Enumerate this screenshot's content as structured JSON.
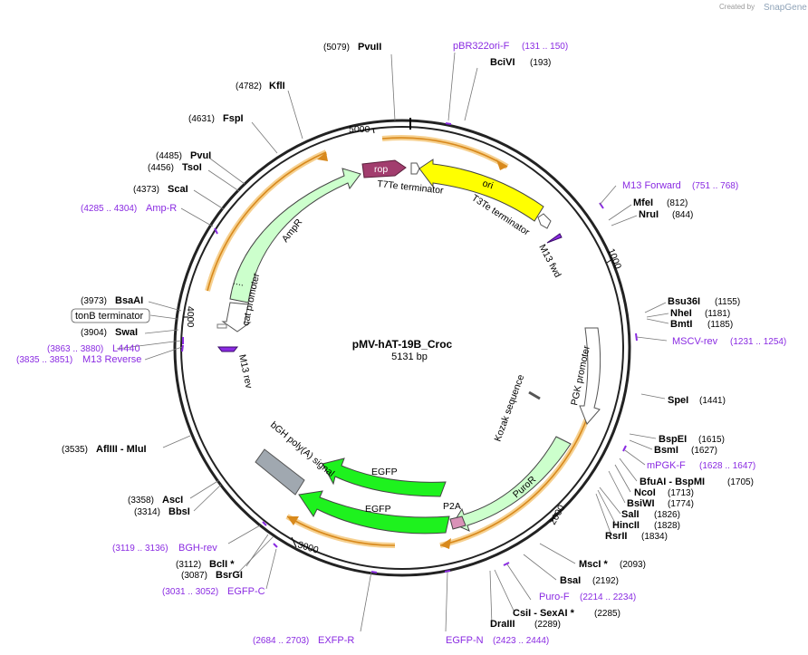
{
  "branding": {
    "created_by": "Created by",
    "app": "SnapGene"
  },
  "plasmid": {
    "name": "pMV-hAT-19B_Croc",
    "length_label": "5131 bp",
    "length": 5131
  },
  "ticks": [
    {
      "label": "1000",
      "bp": 1000
    },
    {
      "label": "2000",
      "bp": 2000
    },
    {
      "label": "3000",
      "bp": 3000
    },
    {
      "label": "4000",
      "bp": 4000
    },
    {
      "label": "5000",
      "bp": 5000
    }
  ],
  "enzymes": [
    {
      "pos": "(5079)",
      "name": "PvuII",
      "bp": 5079
    },
    {
      "name": "BciVI",
      "pos": "(193)",
      "bp": 193
    },
    {
      "pos": "(4782)",
      "name": "KflI",
      "bp": 4782
    },
    {
      "pos": "(4631)",
      "name": "FspI",
      "bp": 4631
    },
    {
      "pos": "(4485)",
      "name": "PvuI",
      "bp": 4485
    },
    {
      "pos": "(4456)",
      "name": "TsoI",
      "bp": 4456
    },
    {
      "pos": "(4373)",
      "name": "ScaI",
      "bp": 4373
    },
    {
      "name": "MfeI",
      "pos": "(812)",
      "bp": 812
    },
    {
      "name": "NruI",
      "pos": "(844)",
      "bp": 844
    },
    {
      "name": "Bsu36I",
      "pos": "(1155)",
      "bp": 1155
    },
    {
      "name": "NheI",
      "pos": "(1181)",
      "bp": 1181
    },
    {
      "name": "BmtI",
      "pos": "(1185)",
      "bp": 1185
    },
    {
      "pos": "(3973)",
      "name": "BsaAI",
      "bp": 3973
    },
    {
      "pos": "(3904)",
      "name": "SwaI",
      "bp": 3904
    },
    {
      "name": "SpeI",
      "pos": "(1441)",
      "bp": 1441
    },
    {
      "name": "BspEI",
      "pos": "(1615)",
      "bp": 1615
    },
    {
      "name": "BsmI",
      "pos": "(1627)",
      "bp": 1627
    },
    {
      "pos": "(3535)",
      "name": "AflIII  - MluI",
      "bp": 3535
    },
    {
      "name": "BfuAI  - BspMI",
      "pos": "(1705)",
      "bp": 1705
    },
    {
      "name": "NcoI",
      "pos": "(1713)",
      "bp": 1713
    },
    {
      "name": "BsiWI",
      "pos": "(1774)",
      "bp": 1774
    },
    {
      "name": "SalI",
      "pos": "(1826)",
      "bp": 1826
    },
    {
      "name": "HincII",
      "pos": "(1828)",
      "bp": 1828
    },
    {
      "name": "RsrII",
      "pos": "(1834)",
      "bp": 1834
    },
    {
      "pos": "(3358)",
      "name": "AscI",
      "bp": 3358
    },
    {
      "pos": "(3314)",
      "name": "BbsI",
      "bp": 3314
    },
    {
      "name": "MscI *",
      "pos": "(2093)",
      "bp": 2093
    },
    {
      "name": "BsaI",
      "pos": "(2192)",
      "bp": 2192
    },
    {
      "pos": "(3112)",
      "name": "BclI *",
      "bp": 3112
    },
    {
      "pos": "(3087)",
      "name": "BsrGI",
      "bp": 3087
    },
    {
      "name": "CsiI  - SexAI *",
      "pos": "(2285)",
      "bp": 2285
    },
    {
      "name": "DraIII",
      "pos": "(2289)",
      "bp": 2289
    }
  ],
  "primers": [
    {
      "name": "pBR322ori-F",
      "range": "(131 .. 150)",
      "bp": 140
    },
    {
      "name": "M13 Forward",
      "range": "(751 .. 768)",
      "bp": 760
    },
    {
      "range": "(4285 .. 4304)",
      "name": "Amp-R",
      "bp": 4295
    },
    {
      "name": "MSCV-rev",
      "range": "(1231 .. 1254)",
      "bp": 1243
    },
    {
      "range": "(3863 .. 3880)",
      "name": "L4440",
      "bp": 3872
    },
    {
      "range": "(3835 .. 3851)",
      "name": "M13 Reverse",
      "bp": 3843
    },
    {
      "name": "mPGK-F",
      "range": "(1628 .. 1647)",
      "bp": 1638
    },
    {
      "range": "(3119 .. 3136)",
      "name": "BGH-rev",
      "bp": 3127
    },
    {
      "range": "(3031 .. 3052)",
      "name": "EGFP-C",
      "bp": 3041
    },
    {
      "name": "Puro-F",
      "range": "(2214 .. 2234)",
      "bp": 2224
    },
    {
      "range": "(2684 .. 2703)",
      "name": "EXFP-R",
      "bp": 2693
    },
    {
      "name": "EGFP-N",
      "range": "(2423 .. 2444)",
      "bp": 2433
    }
  ],
  "boxed_label": "tonB terminator",
  "features": [
    {
      "name": "rop"
    },
    {
      "name": "ori"
    },
    {
      "name": "T7Te terminator"
    },
    {
      "name": "T3Te terminator"
    },
    {
      "name": "M13 fwd"
    },
    {
      "name": "AmpR"
    },
    {
      "name": "cat promoter"
    },
    {
      "name": "M13 rev"
    },
    {
      "name": "PGK promoter"
    },
    {
      "name": "Kozak sequence"
    },
    {
      "name": "PuroR"
    },
    {
      "name": "P2A"
    },
    {
      "name": "EGFP"
    },
    {
      "name": "EGFP"
    },
    {
      "name": "bGH poly(A) signal"
    }
  ],
  "colors": {
    "backbone": "#222222",
    "orf_highlight": "#f0b553",
    "primer": "#8a2be2",
    "rop": "#a23d6e",
    "ori": "#ffff00",
    "ampr": "#ccffcc",
    "egfp": "#1ef21e",
    "p2a": "#d992b8",
    "bgh": "#a0a8b0"
  }
}
